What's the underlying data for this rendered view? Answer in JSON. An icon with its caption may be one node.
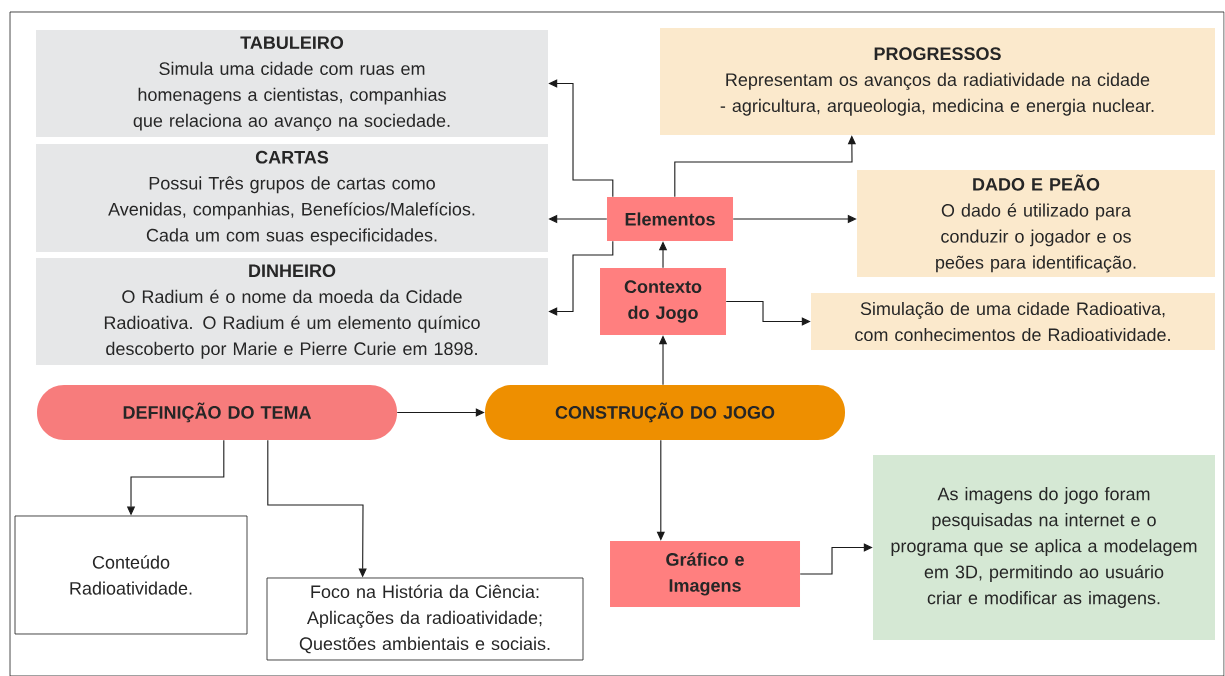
{
  "diagram": {
    "nodes": [
      {
        "text": [
          "TABULEIRO",
          "Simula uma cidade com ruas em homenagens a cientistas, companhias que relaciona ao avanço na sociedade."
        ]
      },
      {
        "text": [
          "CARTAS",
          "Possui Três grupos de cartas como Avenidas, companhias, Benefícios/Malefícios. Cada um com suas especificidades."
        ]
      },
      {
        "text": [
          "DINHEIRO",
          "O Radium é o nome da moeda da Cidade Radioativa. O Radium é um elemento químico descoberto por Marie e Pierre Curie em 1898."
        ]
      },
      {
        "text": [
          "PROGRESSOS",
          "Representam os avanços da radiatividade na cidade - agricultura, arqueologia, medicina e energia nuclear."
        ]
      },
      {
        "text": [
          "Elementos"
        ]
      },
      {
        "text": [
          "DADO E PEÃO",
          "O dado é utilizado para conduzir o jogador e os peões para identificação."
        ]
      },
      {
        "text": [
          "Contexto do Jogo"
        ]
      },
      {
        "text": [
          "Simulação de uma cidade Radioativa, com conhecimentos de Radioatividade."
        ]
      },
      {
        "text": [
          "DEFINIÇÃO DO TEMA"
        ]
      },
      {
        "text": [
          "CONSTRUÇÃO DO JOGO"
        ]
      },
      {
        "text": [
          "Conteúdo Radioatividade."
        ]
      },
      {
        "text": [
          "Foco na História da Ciência: Aplicações da radioatividade; Questões ambientais e sociais."
        ]
      },
      {
        "text": [
          "Gráfico e Imagens"
        ]
      },
      {
        "text": [
          "As imagens do jogo foram pesquisadas na internet e o programa que se aplica a modelagem em 3D, permitindo ao usuário criar e modificar as imagens."
        ]
      }
    ],
    "edges": [
      {
        "from": 4,
        "to": 0,
        "arrow": "to"
      },
      {
        "from": 4,
        "to": 1,
        "arrow": "to"
      },
      {
        "from": 4,
        "to": 2,
        "arrow": "to"
      },
      {
        "from": 4,
        "to": 3,
        "arrow": "to"
      },
      {
        "from": 4,
        "to": 5,
        "arrow": "to"
      },
      {
        "from": 6,
        "to": 4,
        "arrow": "to"
      },
      {
        "from": 6,
        "to": 7,
        "arrow": "to"
      },
      {
        "from": 9,
        "to": 6,
        "arrow": "to"
      },
      {
        "from": 8,
        "to": 9,
        "arrow": "to"
      },
      {
        "from": 8,
        "to": 10,
        "arrow": "to"
      },
      {
        "from": 8,
        "to": 11,
        "arrow": "to"
      },
      {
        "from": 9,
        "to": 12,
        "arrow": "to"
      },
      {
        "from": 12,
        "to": 13,
        "arrow": "to"
      }
    ]
  }
}
